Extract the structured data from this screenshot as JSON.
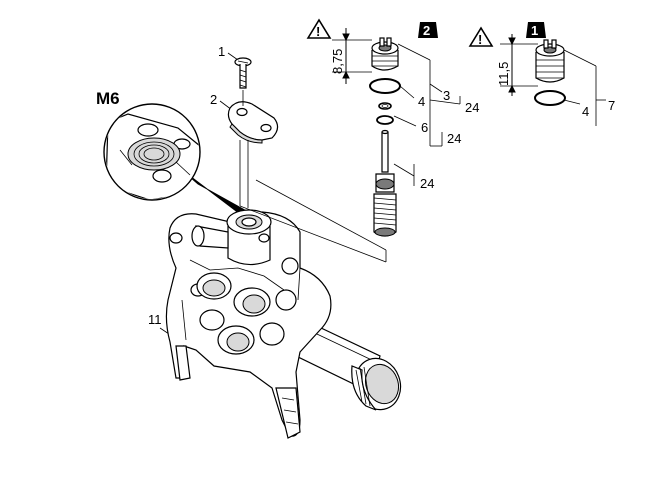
{
  "detail": {
    "thread_label": "M6"
  },
  "callouts": {
    "screw": "1",
    "plate": "2",
    "part_3": "3",
    "oring_4a": "4",
    "oring_4b": "4",
    "part_6": "6",
    "part_7": "7",
    "housing": "11",
    "set_24a": "24",
    "set_24b": "24",
    "set_24c": "24"
  },
  "dimensions": {
    "variant_2_height": "8,75",
    "variant_1_height": "11,5"
  },
  "variants": {
    "v2_badge": "2",
    "v1_badge": "1",
    "warning_glyph": "!"
  },
  "icons": [
    "warning-triangle-icon",
    "numbered-badge-icon"
  ]
}
